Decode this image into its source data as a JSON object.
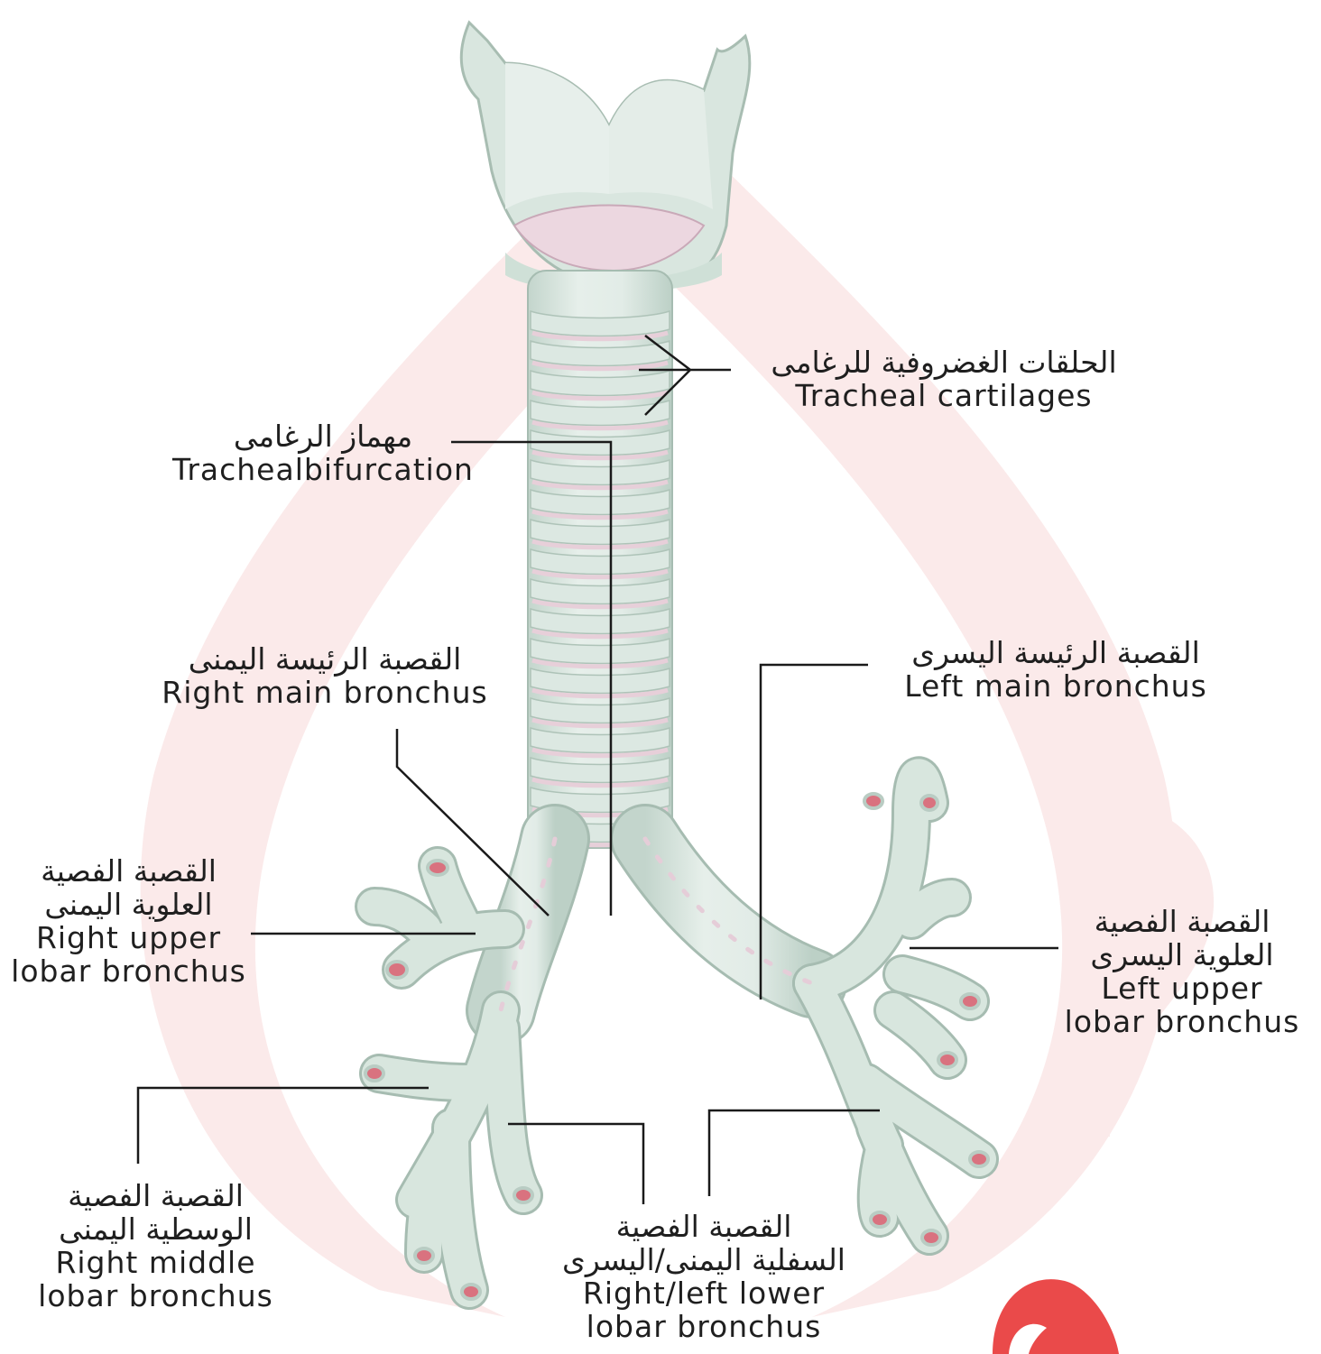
{
  "labels": {
    "tracheal_cartilages": {
      "ar": "الحلقات الغضروفية للرغامى",
      "en": "Tracheal cartilages"
    },
    "tracheal_bifurcation": {
      "ar": "مهماز الرغامى",
      "en": "Trachealbifurcation"
    },
    "right_main_bronchus": {
      "ar": "القصبة الرئيسة اليمنى",
      "en": "Right main bronchus"
    },
    "left_main_bronchus": {
      "ar": "القصبة الرئيسة اليسرى",
      "en": "Left main bronchus"
    },
    "right_upper_lobar": {
      "ar1": "القصبة الفصية",
      "ar2": "العلوية اليمنى",
      "en1": "Right upper",
      "en2": "lobar bronchus"
    },
    "left_upper_lobar": {
      "ar1": "القصبة الفصية",
      "ar2": "العلوية اليسرى",
      "en1": "Left upper",
      "en2": "lobar bronchus"
    },
    "right_middle_lobar": {
      "ar1": "القصبة الفصية",
      "ar2": "الوسطية اليمنى",
      "en1": "Right middle",
      "en2": "lobar bronchus"
    },
    "lower_lobar": {
      "ar1": "القصبة الفصية",
      "ar2": "السفلية اليمنى/اليسرى",
      "en1": "Right/left lower",
      "en2": "lobar bronchus"
    }
  },
  "colors": {
    "cartilage": "#dfe9e4",
    "cartilage_shade": "#b9ccc3",
    "membrane": "#e7cfd9",
    "lumen": "#d9727f",
    "leader": "#1a1a1a",
    "watermark": "#fbe9e9",
    "logo": "#ea4a4a"
  }
}
